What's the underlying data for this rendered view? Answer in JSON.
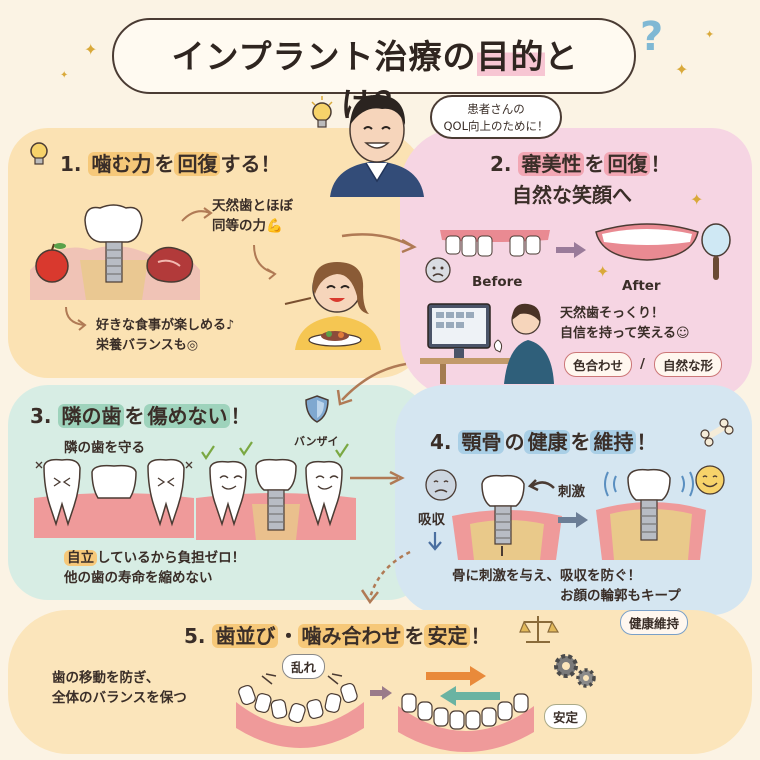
{
  "title": {
    "pre": "インプラント治療の",
    "highlight": "目的",
    "post": "とは？",
    "qmark": "?"
  },
  "doctor": {
    "speech_line1": "患者さんの",
    "speech_line2": "QOL向上のために！"
  },
  "section1": {
    "num": "1.",
    "h_a": "噛む力",
    "h_b": "を",
    "h_c": "回復",
    "h_d": "する！",
    "note_line1": "天然歯とほぼ",
    "note_line2": "同等の力💪",
    "bottom_line1": "好きな食事が楽しめる♪",
    "bottom_line2": "栄養バランスも◎"
  },
  "section2": {
    "num": "2.",
    "h_a": "審美性",
    "h_b": "を",
    "h_c": "回復",
    "h_d": "！",
    "h_line2": "自然な笑顔へ",
    "before": "Before",
    "after": "After",
    "note_line1": "天然歯そっくり！",
    "note_line2": "自信を持って笑える☺",
    "tag1": "色合わせ",
    "sep": "/",
    "tag2": "自然な形"
  },
  "section3": {
    "num": "3.",
    "h_a": "隣の歯",
    "h_b": "を",
    "h_c": "傷めない",
    "h_d": "！",
    "caption": "隣の歯を守る",
    "banzai": "バンザイ",
    "bottom_line1_a": "自立",
    "bottom_line1_b": "しているから負担ゼロ！",
    "bottom_line2": "他の歯の寿命を縮めない"
  },
  "section4": {
    "num": "4.",
    "h_a": "顎骨",
    "h_b": "の",
    "h_c": "健康",
    "h_d": "を",
    "h_e": "維持",
    "h_f": "！",
    "absorb": "吸収",
    "stimulus": "刺激",
    "bottom_line1": "骨に刺激を与え、吸収を防ぐ！",
    "bottom_line2": "お顔の輪郭もキープ",
    "tag": "健康維持"
  },
  "section5": {
    "num": "5.",
    "h_a": "歯並び",
    "h_b": "・",
    "h_c": "噛み合わせ",
    "h_d": "を",
    "h_e": "安定",
    "h_f": "！",
    "disorder": "乱れ",
    "text_line1": "歯の移動を防ぎ、",
    "text_line2": "全体のバランスを保つ",
    "stable": "安定"
  },
  "colors": {
    "panel1": "#fbe2b3",
    "panel2": "#f6d5e3",
    "panel3": "#d7ede4",
    "panel4": "#d5e6f1",
    "panel5": "#fbe5bb",
    "arrow": "#b07a55"
  }
}
